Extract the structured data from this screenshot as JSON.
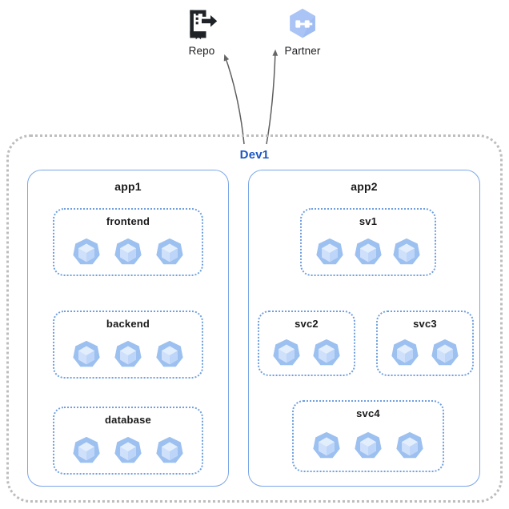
{
  "diagram": {
    "title": "Dev1",
    "environment": {
      "name": "Dev1",
      "border_color": "#bdbdbd",
      "style": "dotted"
    },
    "external_nodes": [
      {
        "id": "repo",
        "label": "Repo",
        "icon": "repository-icon",
        "color": "#1f2328"
      },
      {
        "id": "partner",
        "label": "Partner",
        "icon": "partner-interconnect-icon",
        "color": "#aac4f5"
      }
    ],
    "apps": [
      {
        "id": "app1",
        "label": "app1",
        "border_color": "#7aa7e8",
        "services": [
          {
            "id": "frontend",
            "label": "frontend",
            "pods": 3
          },
          {
            "id": "backend",
            "label": "backend",
            "pods": 3
          },
          {
            "id": "database",
            "label": "database",
            "pods": 3
          }
        ]
      },
      {
        "id": "app2",
        "label": "app2",
        "border_color": "#7aa7e8",
        "services": [
          {
            "id": "sv1",
            "label": "sv1",
            "pods": 3
          },
          {
            "id": "svc2",
            "label": "svc2",
            "pods": 2
          },
          {
            "id": "svc3",
            "label": "svc3",
            "pods": 2
          },
          {
            "id": "svc4",
            "label": "svc4",
            "pods": 3
          }
        ]
      }
    ],
    "connections": [
      {
        "from": "frontend",
        "to": "backend",
        "kind": "straight"
      },
      {
        "from": "backend",
        "to": "database",
        "kind": "straight"
      },
      {
        "from": "sv1",
        "to": "svc2",
        "kind": "elbow"
      },
      {
        "from": "sv1",
        "to": "svc3",
        "kind": "elbow"
      },
      {
        "from": "svc2",
        "to": "svc4",
        "kind": "elbow"
      },
      {
        "from": "Dev1",
        "to": "repo",
        "kind": "curve"
      },
      {
        "from": "Dev1",
        "to": "partner",
        "kind": "curve"
      }
    ],
    "colors": {
      "pod_fill": "#9cc0ef",
      "pod_face_light": "#d9e7fb",
      "pod_face_mid": "#c4dafa",
      "arrow": "#595959",
      "env_label": "#1a56c4"
    }
  }
}
